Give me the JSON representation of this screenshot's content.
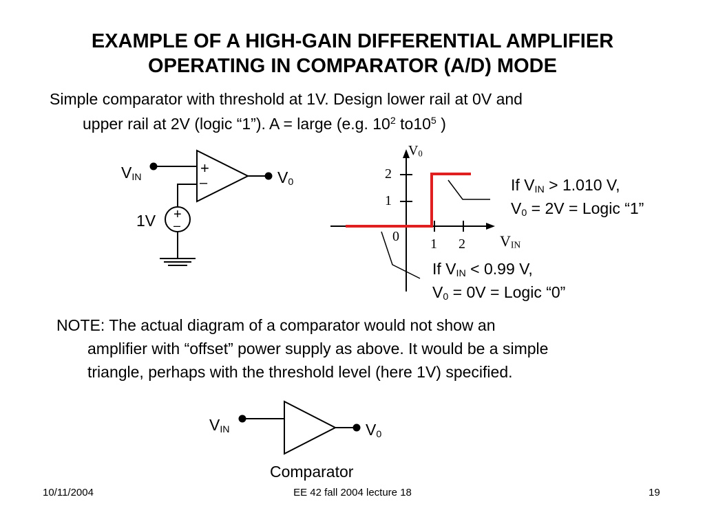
{
  "title": {
    "line1": "EXAMPLE OF A HIGH-GAIN DIFFERENTIAL AMPLIFIER",
    "line2": "OPERATING IN COMPARATOR (A/D) MODE"
  },
  "intro": {
    "line1": "Simple comparator with threshold at 1V. Design lower rail at 0V and",
    "line2_a": "upper rail at 2V (logic “1”). A = large (e.g. 10",
    "exp1": "2",
    "line2_b": " to10",
    "exp2": "5",
    "line2_c": " )"
  },
  "circuit": {
    "vin": "V",
    "vin_sub": "IN",
    "vout": "V",
    "vout_sub": "0",
    "plus": "+",
    "minus": "–",
    "source": "1V",
    "source_plus": "+",
    "source_minus": "–"
  },
  "graph": {
    "y_axis": "V",
    "y_sub": "0",
    "x_axis": "V",
    "x_sub": "IN",
    "origin": "0",
    "y_ticks": [
      "2",
      "1"
    ],
    "x_ticks": [
      "1",
      "2"
    ],
    "trace_color": "#e02020"
  },
  "notes": {
    "high_a": "If V",
    "high_sub": "IN",
    "high_b": " > 1.010 V,",
    "high2_a": "V",
    "high2_sub": "0",
    "high2_b": " = 2V = Logic “1”",
    "low_a": "If V",
    "low_sub": "IN",
    "low_b": " < 0.99 V,",
    "low2_a": "V",
    "low2_sub": "0",
    "low2_b": " = 0V = Logic “0”"
  },
  "note": {
    "line1": "NOTE:  The actual diagram of a comparator would not show an",
    "line2": "amplifier with “offset” power supply as above.  It would be a simple",
    "line3": "triangle, perhaps with the threshold level (here 1V) specified."
  },
  "simple": {
    "vin": "V",
    "vin_sub": "IN",
    "vout": "V",
    "vout_sub": "0",
    "caption": "Comparator"
  },
  "footer": {
    "date": "10/11/2004",
    "course": "EE 42 fall 2004 lecture 18",
    "page": "19"
  }
}
